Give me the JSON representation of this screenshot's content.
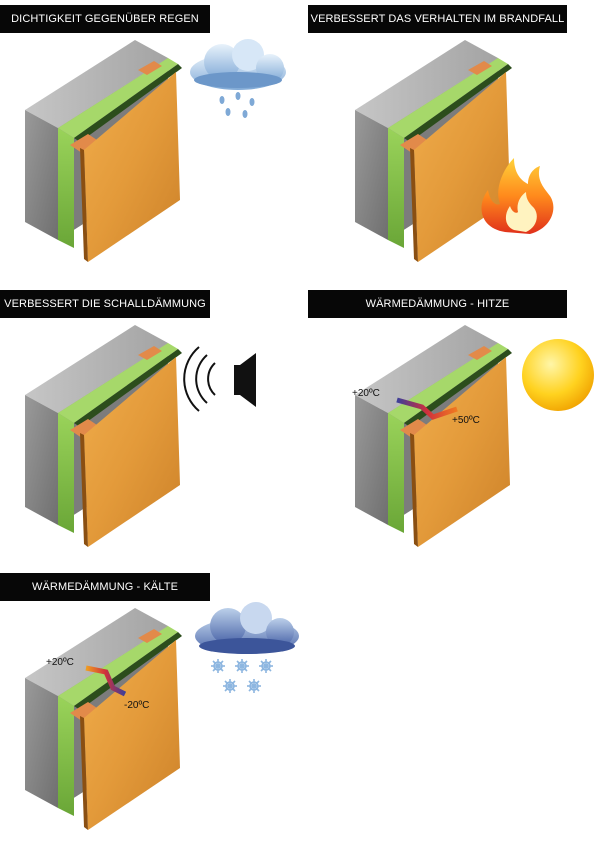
{
  "panels": [
    {
      "title": "DICHTIGKEIT GEGENÜBER REGEN",
      "icon": "rain-cloud-icon"
    },
    {
      "title": "VERBESSERT DAS VERHALTEN IM BRANDFALL",
      "icon": "fire-icon"
    },
    {
      "title": "VERBESSERT DIE SCHALLDÄMMUNG",
      "icon": "speaker-icon"
    },
    {
      "title": "WÄRMEDÄMMUNG - HITZE",
      "icon": "sun-icon",
      "inside_temp": "+20ºC",
      "outside_temp": "+50ºC"
    },
    {
      "title": "WÄRMEDÄMMUNG - KÄLTE",
      "icon": "snow-cloud-icon",
      "inside_temp": "+20ºC",
      "outside_temp": "-20ºC"
    }
  ],
  "colors": {
    "header_bg": "#070707",
    "header_text": "#ffffff",
    "concrete": "#8d8d8d",
    "insulation": "#7fbf3f",
    "wood_panel": "#e39a3a",
    "clip": "#e28a4a"
  }
}
